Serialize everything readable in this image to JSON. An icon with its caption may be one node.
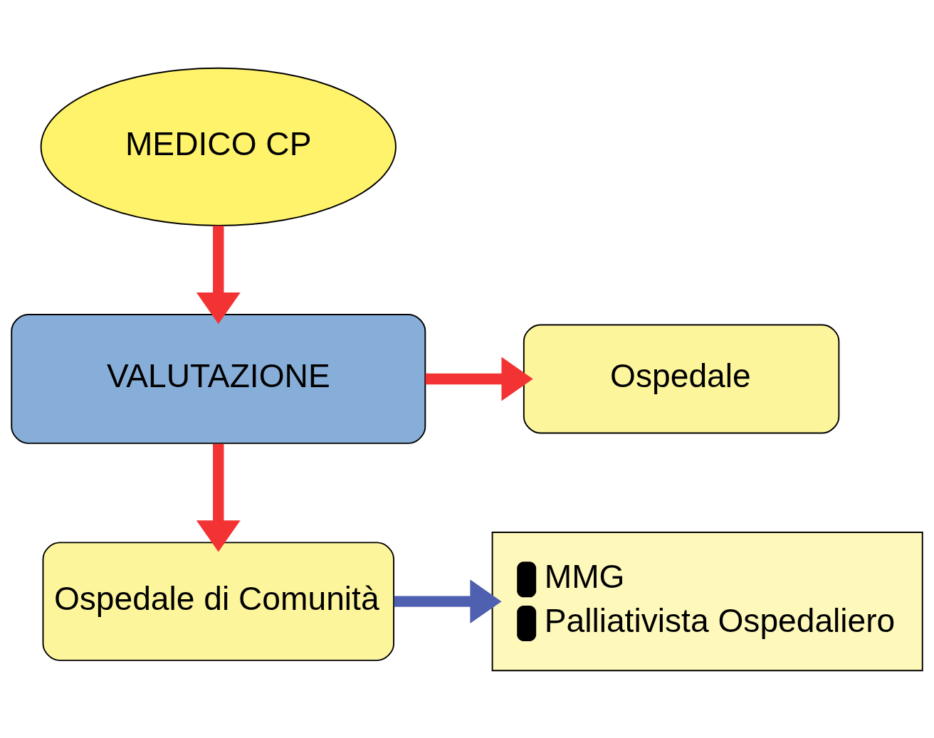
{
  "diagram": {
    "nodes": [
      {
        "text": [
          "MEDICO CP"
        ]
      },
      {
        "text": [
          "VALUTAZIONE"
        ]
      },
      {
        "text": [
          "Ospedale"
        ]
      },
      {
        "text": [
          "Ospedale di Comunità"
        ]
      },
      {
        "text": [
          "MMG",
          "Palliativista Ospedaliero"
        ]
      }
    ],
    "edges": [
      {
        "from": 0,
        "to": 1,
        "arrow": "to"
      },
      {
        "from": 1,
        "to": 2,
        "arrow": "to"
      },
      {
        "from": 1,
        "to": 3,
        "arrow": "to"
      },
      {
        "from": 3,
        "to": 4,
        "arrow": "to",
        "color": "#5060b0"
      }
    ]
  }
}
